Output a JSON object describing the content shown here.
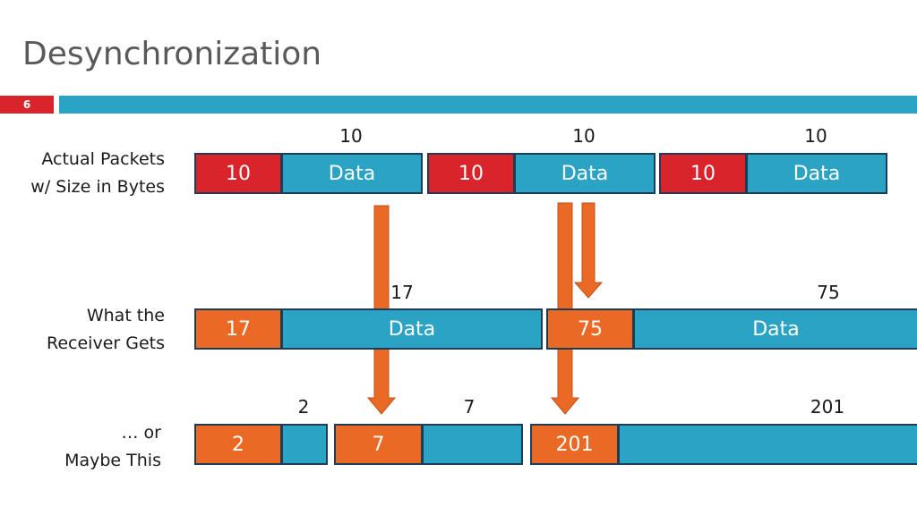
{
  "slide": {
    "title": "Desynchronization",
    "number": "6"
  },
  "rows": {
    "actual": {
      "label_line1": "Actual Packets",
      "label_line2": "w/ Size in Bytes",
      "size_labels": [
        "10",
        "10",
        "10"
      ],
      "packets": [
        {
          "header": "10",
          "body": "Data"
        },
        {
          "header": "10",
          "body": "Data"
        },
        {
          "header": "10",
          "body": "Data"
        }
      ]
    },
    "received": {
      "label_line1": "What the",
      "label_line2": "Receiver Gets",
      "size_labels": [
        "17",
        "75"
      ],
      "packets": [
        {
          "header": "17",
          "body": "Data"
        },
        {
          "header": "75",
          "body": "Data"
        }
      ]
    },
    "alternative": {
      "label_line1": "… or",
      "label_line2": "Maybe This",
      "size_labels": [
        "2",
        "7",
        "201"
      ],
      "packets": [
        {
          "header": "2"
        },
        {
          "header": "7"
        },
        {
          "header": "201"
        }
      ]
    }
  },
  "colors": {
    "header_actual": "#d9242c",
    "header_received": "#ea6a25",
    "data": "#2aa3c4",
    "arrow": "#ea6a25",
    "accent_bar": "#2aa3c4"
  }
}
